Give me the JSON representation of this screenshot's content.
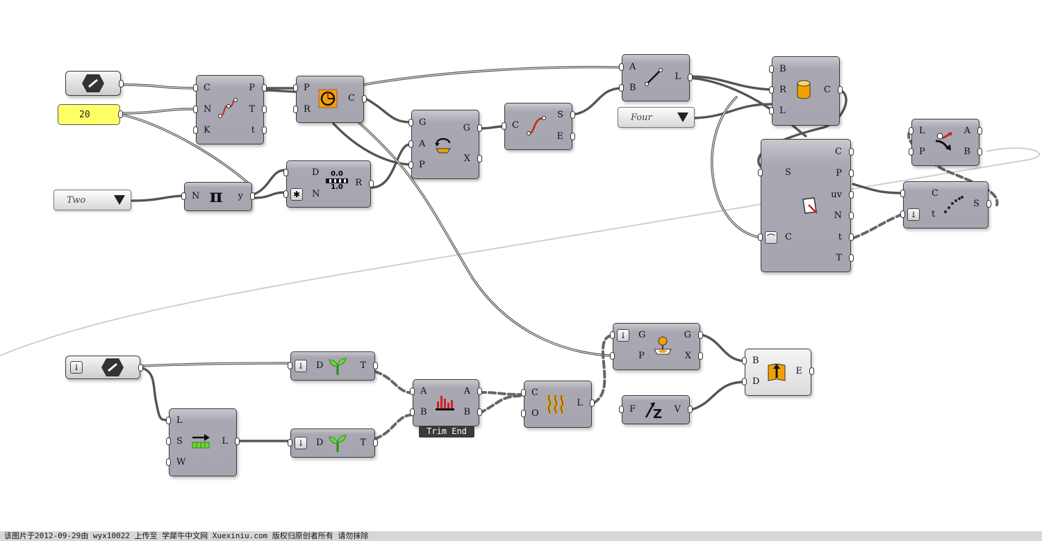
{
  "slider": {
    "value": "20"
  },
  "value_lists": {
    "two": "Two",
    "four": "Four"
  },
  "interpolate": {
    "inputs": [
      "C",
      "N",
      "K"
    ],
    "outputs": [
      "P",
      "T",
      "t"
    ]
  },
  "circle_fit": {
    "inputs": [
      "P",
      "R"
    ],
    "outputs": [
      "C"
    ]
  },
  "pi": {
    "inputs": [
      "N"
    ],
    "outputs": [
      "y"
    ]
  },
  "range": {
    "inputs": [
      "D",
      "N"
    ],
    "outputs": [
      "R"
    ],
    "icon_top": "0.0",
    "icon_bottom": "1.0"
  },
  "rotate": {
    "inputs": [
      "G",
      "A",
      "P"
    ],
    "outputs": [
      "G",
      "X"
    ]
  },
  "endpoints": {
    "inputs": [
      "C"
    ],
    "outputs": [
      "S",
      "E"
    ]
  },
  "line": {
    "inputs": [
      "A",
      "B"
    ],
    "outputs": [
      "L"
    ]
  },
  "cylinder": {
    "inputs": [
      "B",
      "R",
      "L"
    ],
    "outputs": [
      "C"
    ]
  },
  "divide_curve": {
    "inputs": [
      "S",
      "C"
    ],
    "outputs": [
      "C",
      "P",
      "uv",
      "N",
      "t",
      "T"
    ]
  },
  "bounce": {
    "inputs": [
      "L",
      "P"
    ],
    "outputs": [
      "A",
      "B"
    ]
  },
  "curve_pts": {
    "inputs": [
      "C",
      "t"
    ],
    "outputs": [
      "S"
    ]
  },
  "grow_top": {
    "inputs": [
      "D"
    ],
    "outputs": [
      "T"
    ]
  },
  "series": {
    "inputs": [
      "L",
      "S",
      "W"
    ],
    "outputs": [
      "L"
    ]
  },
  "grow_bottom": {
    "inputs": [
      "D"
    ],
    "outputs": [
      "T"
    ]
  },
  "trim": {
    "inputs": [
      "A",
      "B"
    ],
    "outputs": [
      "A",
      "B"
    ],
    "tag": "Trim End"
  },
  "weave": {
    "inputs": [
      "C",
      "O"
    ],
    "outputs": [
      "L"
    ]
  },
  "project": {
    "inputs": [
      "G",
      "P"
    ],
    "outputs": [
      "G",
      "X"
    ]
  },
  "evaluate": {
    "inputs": [
      "F"
    ],
    "outputs": [
      "V"
    ]
  },
  "dispatch": {
    "inputs": [
      "B",
      "D"
    ],
    "outputs": [
      "E"
    ]
  },
  "footer": {
    "text": "该图片于2012-09-29由 wyx10022 上传至 学犀牛中文网 Xuexiniu.com 版权归原创者所有 请勿抹除"
  },
  "colors": {
    "slider": "#ffff66",
    "component": "#a6a5b0",
    "wire": "#555555",
    "accent": "#f2a100"
  }
}
